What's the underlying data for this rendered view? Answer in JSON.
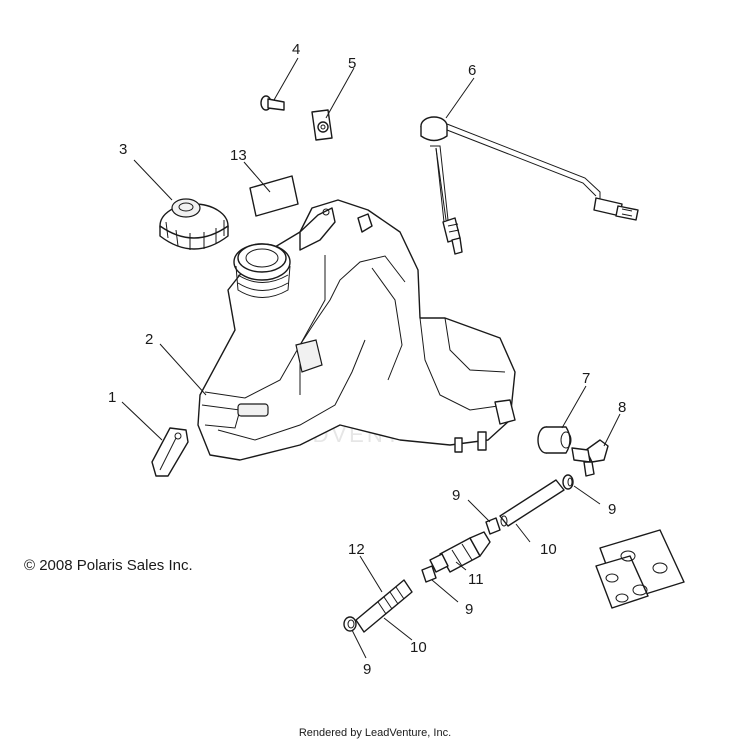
{
  "callouts": {
    "c1": "1",
    "c2": "2",
    "c3": "3",
    "c4": "4",
    "c5": "5",
    "c6": "6",
    "c7": "7",
    "c8": "8",
    "c9a": "9",
    "c9b": "9",
    "c9c": "9",
    "c9d": "9",
    "c10a": "10",
    "c10b": "10",
    "c11": "11",
    "c12": "12",
    "c13": "13"
  },
  "copyright": "© 2008 Polaris Sales Inc.",
  "watermark": "LEADVENTURE",
  "footer": "Rendered by LeadVenture, Inc."
}
